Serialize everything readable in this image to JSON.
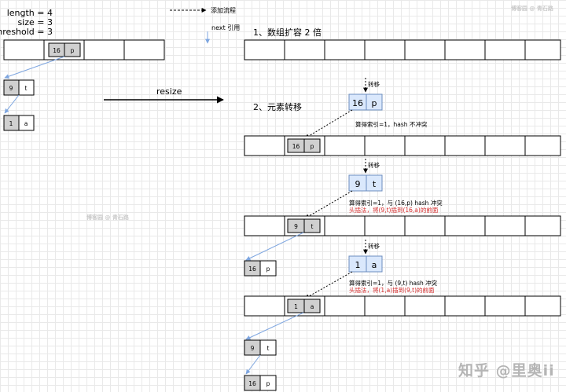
{
  "meta": {
    "length": "length = 4",
    "size": "size = 3",
    "threshold": "threshold = 3"
  },
  "legend": {
    "add_flow": "添加流程",
    "next_ref": "next 引用"
  },
  "resize_label": "resize",
  "steps": {
    "expand": "1、数组扩容 2 倍",
    "transfer": "2、元素转移"
  },
  "move_label": "转移",
  "old_table": {
    "filled_key": "16",
    "filled_val": "p",
    "chain": [
      {
        "key": "9",
        "val": "t"
      },
      {
        "key": "1",
        "val": "a"
      }
    ]
  },
  "transfers": [
    {
      "node": {
        "key": "16",
        "val": "p"
      },
      "note": "算得索引=1，hash 不冲突",
      "red_note": "",
      "bucket": {
        "key": "16",
        "val": "p"
      },
      "chain": []
    },
    {
      "node": {
        "key": "9",
        "val": "t"
      },
      "note": "算得索引=1，与 (16,p) hash 冲突",
      "red_note": "头插法，将(9,t)插到(16,a)的前面",
      "bucket": {
        "key": "9",
        "val": "t"
      },
      "chain": [
        {
          "key": "16",
          "val": "p"
        }
      ]
    },
    {
      "node": {
        "key": "1",
        "val": "a"
      },
      "note": "算得索引=1，与 (9,t) hash 冲突",
      "red_note": "头插法，将(1,a)插到(9,t)的前面",
      "bucket": {
        "key": "1",
        "val": "a"
      },
      "chain": [
        {
          "key": "9",
          "val": "t"
        },
        {
          "key": "16",
          "val": "p"
        }
      ]
    }
  ],
  "watermarks": {
    "left": "博客园 @ 青石路",
    "right": "博客园 @ 青石路",
    "brand": "知乎 @里奥ii"
  },
  "colors": {
    "node_blue_fill": "#dae8fc",
    "node_blue_stroke": "#6c8ebf",
    "cell_gray": "#d0d0d0",
    "arrow_blue": "#7ea6e0",
    "note_red": "#d42a2a"
  }
}
